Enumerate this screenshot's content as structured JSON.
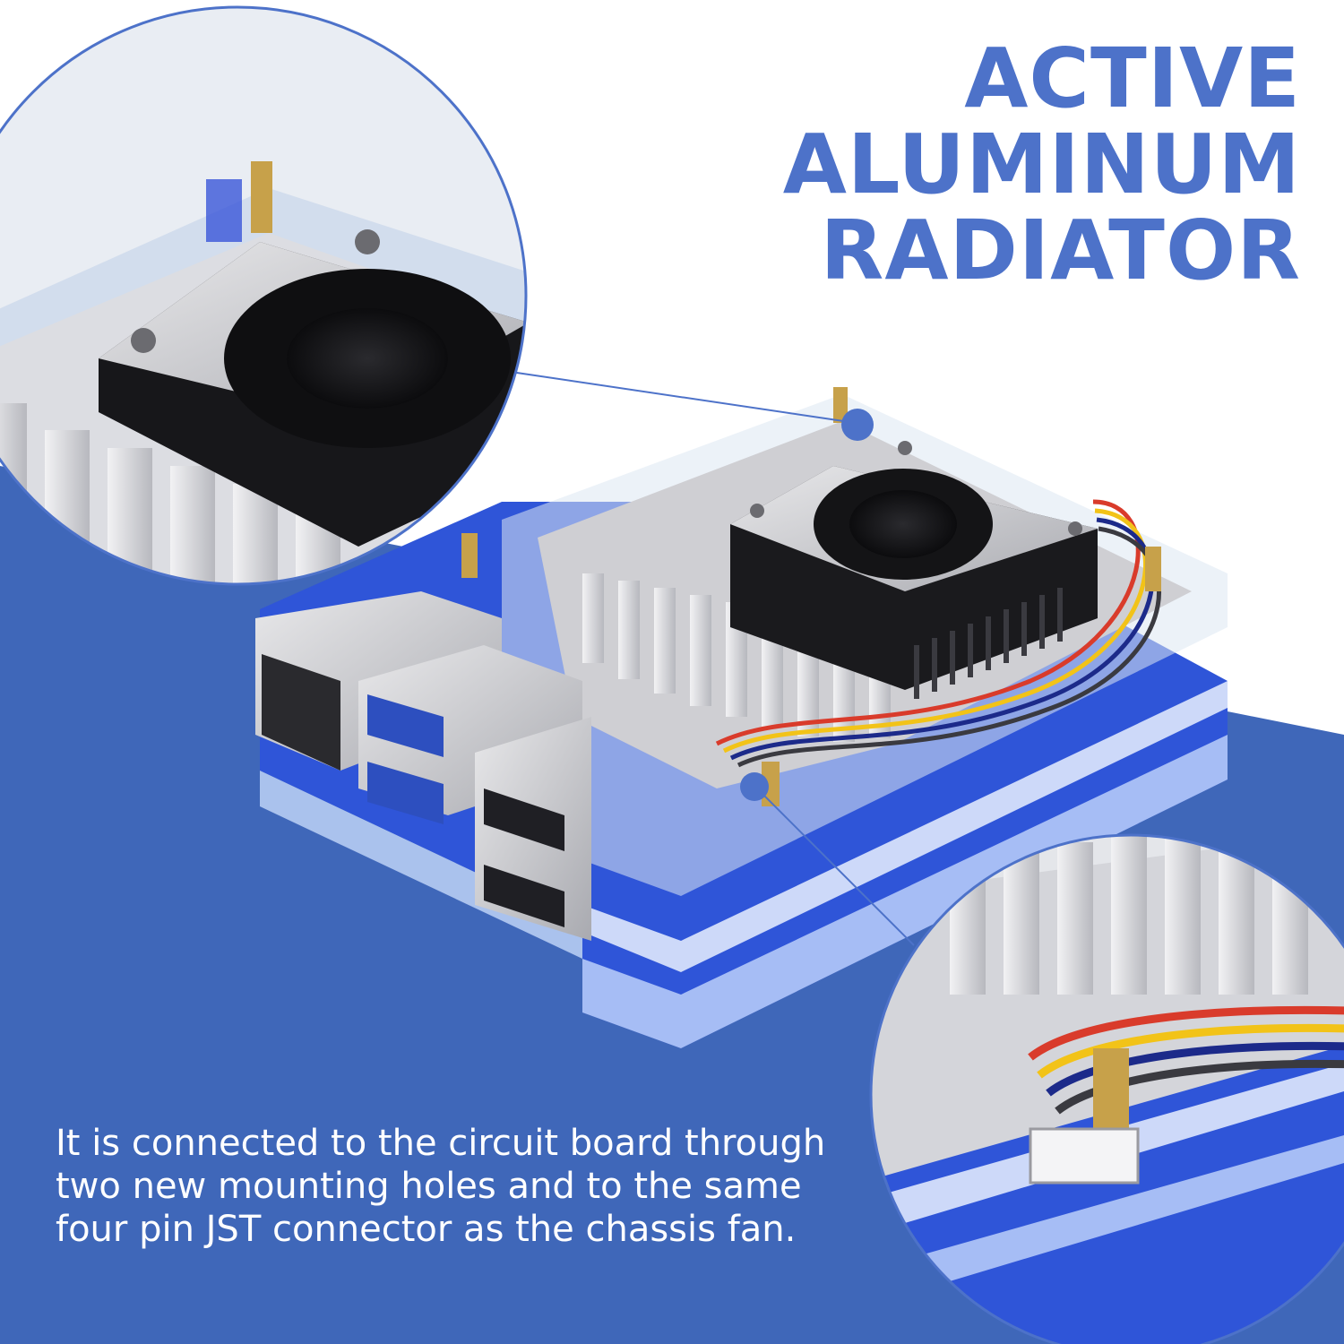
{
  "headline": {
    "line1": "ACTIVE ALUMINUM",
    "line2": "RADIATOR"
  },
  "caption": {
    "line1": "It is connected to the circuit board through",
    "line2": "two new mounting holes and to the same",
    "line3": "four pin JST connector as the chassis fan."
  },
  "colors": {
    "headline": "#4d72c9",
    "background_blue": "#3f67b9",
    "case_blue": "#2f55d8",
    "caption": "#ffffff"
  },
  "icons": [
    "raspberry-pi-case-illustration",
    "fan-zoom-inset",
    "connector-zoom-inset"
  ]
}
